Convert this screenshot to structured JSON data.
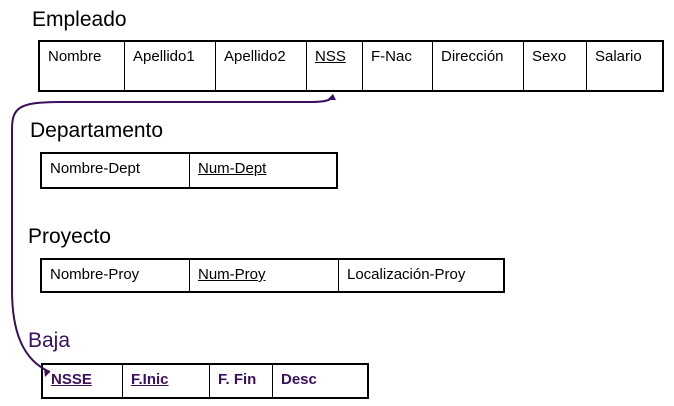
{
  "relations": {
    "empleado": {
      "title": "Empleado",
      "attributes": [
        "Nombre",
        "Apellido1",
        "Apellido2",
        "NSS",
        "F-Nac",
        "Dirección",
        "Sexo",
        "Salario"
      ]
    },
    "departamento": {
      "title": "Departamento",
      "attributes": [
        "Nombre-Dept",
        "Num-Dept"
      ]
    },
    "proyecto": {
      "title": "Proyecto",
      "attributes": [
        "Nombre-Proy",
        "Num-Proy",
        "Localización-Proy"
      ]
    },
    "baja": {
      "title": "Baja",
      "attributes": [
        "NSSE",
        "F.Inic",
        "F. Fin",
        "Desc"
      ]
    }
  },
  "primary_keys": [
    "NSS",
    "Num-Dept",
    "Num-Proy",
    "NSSE",
    "F.Inic"
  ],
  "colors": {
    "line": "#000000",
    "highlight": "#3a0f5c"
  },
  "connector": {
    "from": "baja.NSSE",
    "to": "empleado.NSS"
  }
}
